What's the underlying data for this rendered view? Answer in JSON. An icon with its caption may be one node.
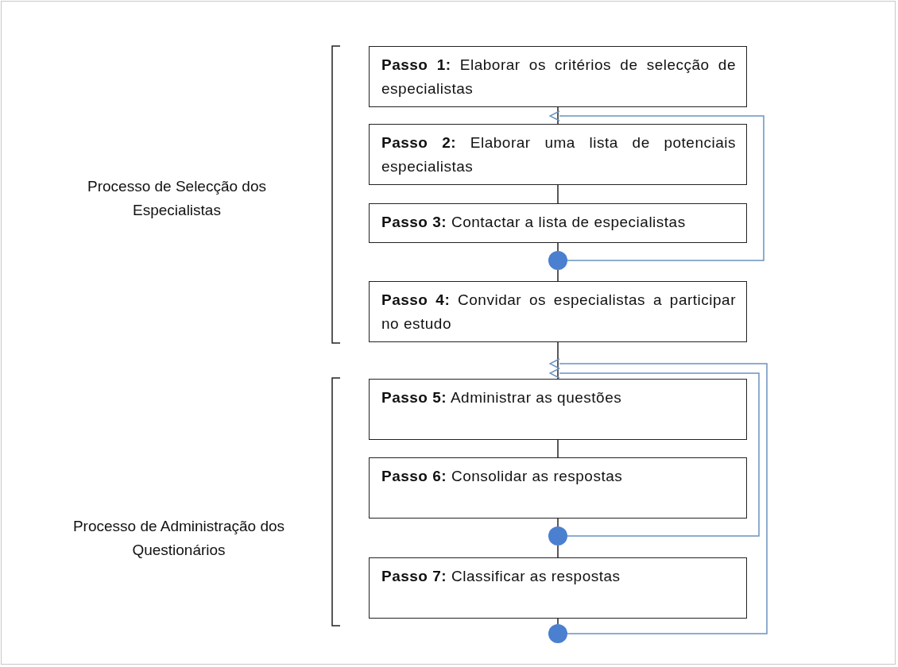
{
  "diagram": {
    "nodes": [
      {
        "text": [
          "**Passo 1:** Elaborar os critérios de selecção de especialistas"
        ]
      },
      {
        "text": [
          "**Passo 2:** Elaborar uma lista de potenciais especialistas"
        ]
      },
      {
        "text": [
          "**Passo 3:** Contactar a lista de especialistas"
        ]
      },
      {
        "text": [],
        "shape": "circle"
      },
      {
        "text": [
          "**Passo 4:** Convidar os especialistas a participar no estudo"
        ]
      },
      {
        "text": [
          "**Passo 5:** Administrar as questões"
        ]
      },
      {
        "text": [
          "**Passo 6:** Consolidar as respostas"
        ]
      },
      {
        "text": [],
        "shape": "circle"
      },
      {
        "text": [
          "**Passo 7:** Classificar as respostas"
        ]
      },
      {
        "text": [],
        "shape": "circle"
      }
    ],
    "edges": [
      {
        "from": 0,
        "to": 1,
        "arrow": "none"
      },
      {
        "from": 1,
        "to": 2,
        "arrow": "none"
      },
      {
        "from": 2,
        "to": 3,
        "arrow": "none"
      },
      {
        "from": 3,
        "to": 4,
        "arrow": "none"
      },
      {
        "from": 4,
        "to": 5,
        "arrow": "none"
      },
      {
        "from": 5,
        "to": 6,
        "arrow": "none"
      },
      {
        "from": 6,
        "to": 7,
        "arrow": "none"
      },
      {
        "from": 7,
        "to": 8,
        "arrow": "none"
      },
      {
        "from": 8,
        "to": 9,
        "arrow": "none"
      },
      {
        "from": 3,
        "to": 1,
        "arrow": "to",
        "color": "#6a93c0"
      },
      {
        "from": 7,
        "to": 5,
        "arrow": "to",
        "color": "#6a93c0"
      },
      {
        "from": 9,
        "to": 5,
        "arrow": "to",
        "color": "#6a93c0"
      }
    ],
    "labels": [
      "Processo de Selecção dos Especialistas",
      "Processo de Administração dos Questionários"
    ]
  }
}
